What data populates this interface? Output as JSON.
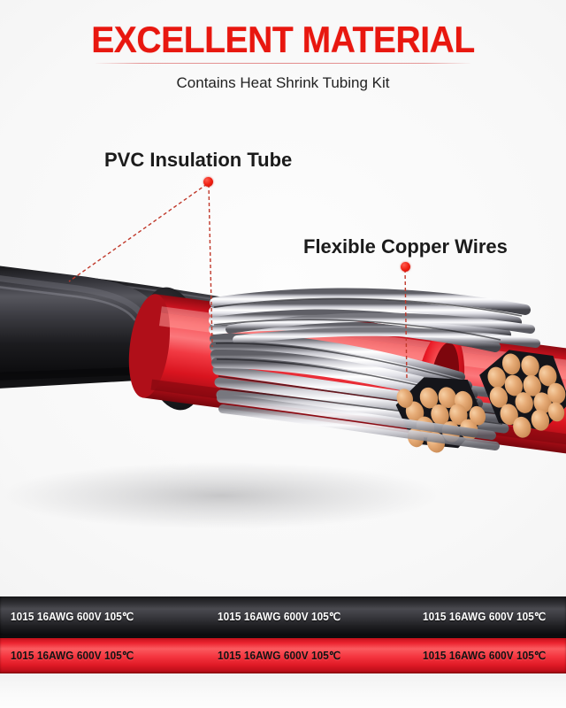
{
  "header": {
    "title": "EXCELLENT MATERIAL",
    "subtitle": "Contains Heat Shrink Tubing Kit",
    "title_color": "#e8170f",
    "subtitle_color": "#222222",
    "rule_color": "#e08080"
  },
  "callouts": [
    {
      "id": "pvc-insulation-tube",
      "label": "PVC Insulation Tube",
      "marker_color": "#ef1f11",
      "leader_color": "#c0392b"
    },
    {
      "id": "flexible-copper-wires",
      "label": "Flexible Copper Wires",
      "marker_color": "#ef1f11",
      "leader_color": "#c0392b"
    }
  ],
  "illustration": {
    "name": "cut-away-cable-illustration",
    "description": "Cut-away 1015 16AWG cable showing black PVC outer jacket, red inner PVC insulation and fanned tinned flexible copper wire strands with two hexagonal strand-bundle cross sections",
    "jacket_color": "#1d1d20",
    "insulation_color": "#e01822",
    "strand_color": "#d8d8dc",
    "copper_color": "#e0a46a"
  },
  "spec_bars": {
    "spec_text": "1015 16AWG 600V 105℃",
    "black_bar": {
      "name": "black-wire-spec-bar",
      "color": "#1e1e21",
      "text_color": "#ffffff",
      "labels": [
        "1015 16AWG 600V 105℃",
        "1015 16AWG 600V 105℃",
        "1015 16AWG 600V 105℃"
      ]
    },
    "red_bar": {
      "name": "red-wire-spec-bar",
      "color": "#f42a33",
      "text_color": "#121212",
      "labels": [
        "1015 16AWG 600V 105℃",
        "1015 16AWG 600V 105℃",
        "1015 16AWG 600V 105℃"
      ]
    }
  },
  "background": {
    "color_center": "#fdfdfd",
    "color_edge": "#ededed"
  }
}
